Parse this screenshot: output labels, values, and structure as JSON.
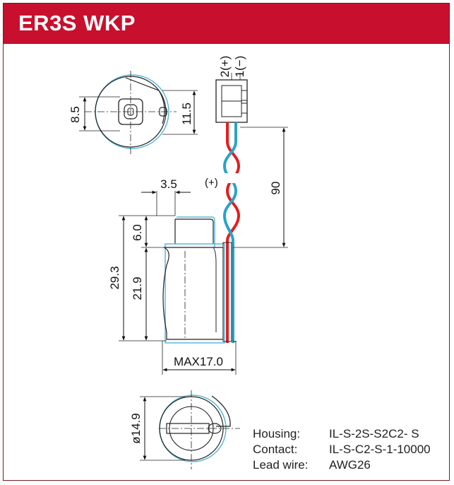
{
  "header": {
    "title": "ER3S WKP"
  },
  "dimensions": {
    "top_view_width": "8.5",
    "top_view_height": "11.5",
    "wire_length": "90",
    "terminal_width": "3.5",
    "positive_marker": "(+)",
    "overall_height": "29.3",
    "top_section": "6.0",
    "body_height": "21.9",
    "max_width": "MAX17.0",
    "diameter": "ø14.9"
  },
  "connector": {
    "pin2_label": "2(+)",
    "pin1_label": "1(−)"
  },
  "specs": [
    {
      "label": "Housing:",
      "value": "IL-S-2S-S2C2- S"
    },
    {
      "label": "Contact:",
      "value": "IL-S-C2-S-1-10000"
    },
    {
      "label": "Lead wire:",
      "value": "AWG26"
    }
  ],
  "colors": {
    "header_bg": "#c8102e",
    "wire_red": "#e02020",
    "wire_blue": "#29a3c9",
    "outline_blue": "#5bb8d8"
  }
}
